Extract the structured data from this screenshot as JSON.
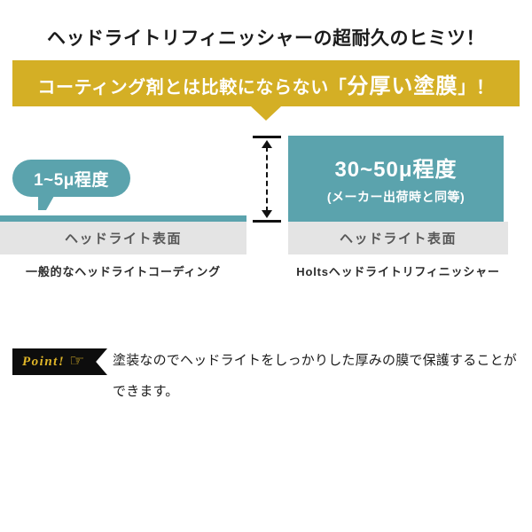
{
  "headline": "ヘッドライトリフィニッシャーの超耐久のヒミツ！",
  "banner": {
    "text_before": "コーティング剤とは比較にならない「",
    "emphasis": "分厚い塗膜",
    "text_after": "」！",
    "color": "#d4af25"
  },
  "diagram": {
    "accent_color": "#5ba3ad",
    "surface_band_color": "#e4e4e4",
    "left": {
      "bubble_label": "1~5μ程度",
      "surface_label": "ヘッドライト表面",
      "caption": "一般的なヘッドライトコーディング"
    },
    "right": {
      "thickness_label": "30~50μ程度",
      "thickness_note": "(メーカー出荷時と同等)",
      "surface_label": "ヘッドライト表面",
      "caption": "Holtsヘッドライトリフィニッシャー"
    }
  },
  "point": {
    "badge_label": "Point!",
    "badge_icon": "pointing-hand-icon",
    "badge_icon_glyph": "☞",
    "badge_color": "#0d0d0d",
    "badge_text_color": "#e0b628",
    "body": "塗装なのでヘッドライトをしっかりした厚みの膜で保護することができます。"
  }
}
